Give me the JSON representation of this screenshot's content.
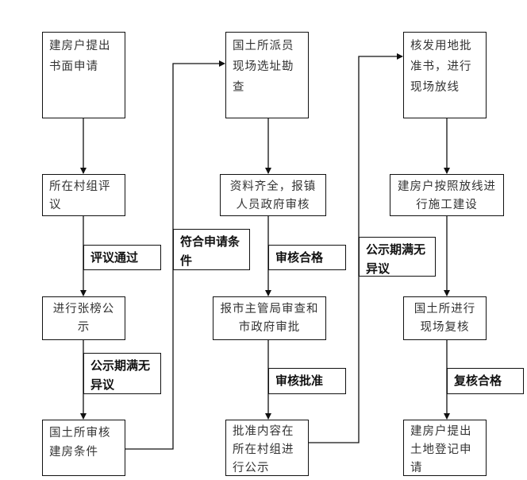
{
  "steps": {
    "s1": "建房户提出书面申请",
    "s2": "所在村组评议",
    "s3": "进行张榜公示",
    "s4": "国土所审核建房条件",
    "s5": "国土所派员现场选址勘查",
    "s6": "资料齐全，报镇人员政府审核",
    "s7": "报市主管局审查和市政府审批",
    "s8": "批准内容在所在村组进行公示",
    "s9": "核发用地批准书，进行现场放线",
    "s10": "建房户按照放线进行施工建设",
    "s11": "国土所进行现场复核",
    "s12": "建房户提出土地登记申请"
  },
  "labels": {
    "l1": "评议通过",
    "l2": "公示期满无异议",
    "l3": "符合申请条件",
    "l4": "审核合格",
    "l5": "审核批准",
    "l6": "公示期满无异议",
    "l7": "复核合格"
  }
}
